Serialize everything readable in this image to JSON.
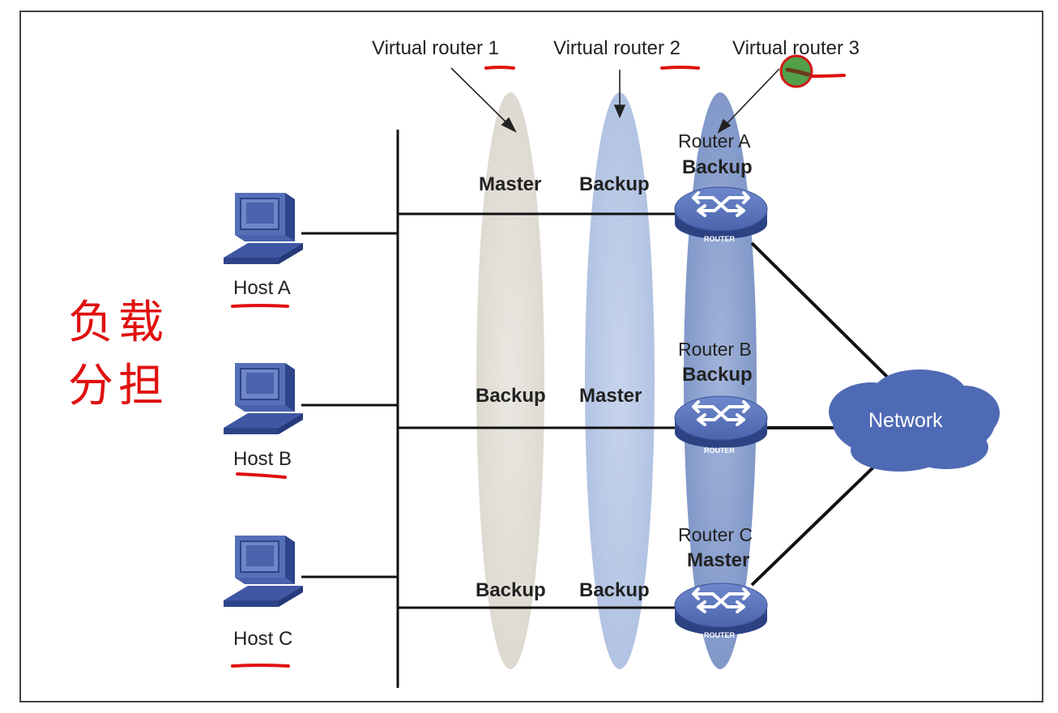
{
  "diagram": {
    "virtual_routers": [
      "Virtual router 1",
      "Virtual router 2",
      "Virtual router 3"
    ],
    "rows": [
      {
        "vr1": "Master",
        "vr2": "Backup",
        "router": "Router A",
        "router_role": "Backup"
      },
      {
        "vr1": "Backup",
        "vr2": "Master",
        "router": "Router B",
        "router_role": "Backup"
      },
      {
        "vr1": "Backup",
        "vr2": "Backup",
        "router": "Router C",
        "router_role": "Master"
      }
    ],
    "hosts": [
      "Host A",
      "Host B",
      "Host C"
    ],
    "network_label": "Network",
    "router_icon_text": "ROUTER",
    "annotation_line1": "负载",
    "annotation_line2": "分担",
    "colors": {
      "vr1_ellipse": "#e6e3dc",
      "vr2_ellipse": "#bccbe6",
      "vr3_ellipse": "#8ea3d0",
      "router_fill": "#5670b8",
      "cloud_fill": "#4f6ab5",
      "host_fill": "#4a62ad",
      "annotation_red": "#e01010"
    }
  }
}
